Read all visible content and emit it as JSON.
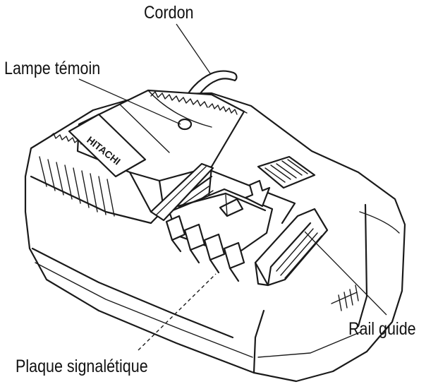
{
  "labels": {
    "cordon": "Cordon",
    "lampe_temoin": "Lampe témoin",
    "rail_guide": "Rail guide",
    "plaque_signaletique": "Plaque signalétique"
  },
  "logo_text": "HITACHI",
  "colors": {
    "ink": "#1a1a1a",
    "background": "#ffffff"
  }
}
